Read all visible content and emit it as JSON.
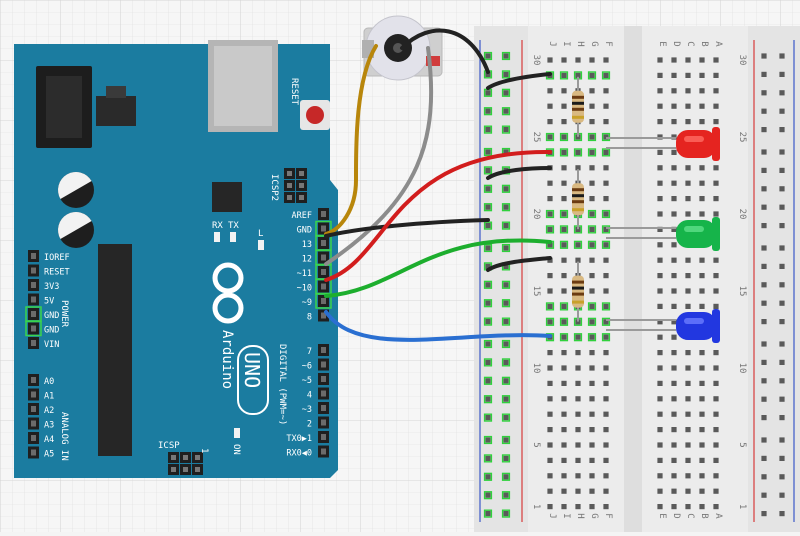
{
  "board": {
    "brand": "Arduino",
    "model": "UNO",
    "reset_label": "RESET",
    "icsp2_label": "ICSP2",
    "icsp_label": "ICSP",
    "tx_label": "TX",
    "rx_label": "RX",
    "l_label": "L",
    "on_label": "ON",
    "power_label": "POWER",
    "analog_label": "ANALOG IN",
    "digital_label": "DIGITAL (PWM=~)",
    "header_marker": "1",
    "power_pins": [
      "IOREF",
      "RESET",
      "3V3",
      "5V",
      "GND",
      "GND",
      "VIN"
    ],
    "analog_pins": [
      "A0",
      "A1",
      "A2",
      "A3",
      "A4",
      "A5"
    ],
    "digital_pins_top": [
      "AREF",
      "GND",
      "13",
      "12",
      "~11",
      "~10",
      "~9",
      "8"
    ],
    "digital_pins_bottom": [
      "7",
      "~6",
      "~5",
      "4",
      "~3",
      "2",
      "TX0▶1",
      "RX0◀0"
    ]
  },
  "breadboard": {
    "columns_left": [
      "J",
      "I",
      "H",
      "G",
      "F"
    ],
    "columns_right": [
      "E",
      "D",
      "C",
      "B",
      "A"
    ],
    "row_labels": [
      "30",
      "25",
      "20",
      "15",
      "10",
      "5",
      "1"
    ]
  },
  "leds": [
    {
      "name": "red-led",
      "color": "#e52420",
      "light": "#ff6b63"
    },
    {
      "name": "green-led",
      "color": "#16b44a",
      "light": "#5fe08a"
    },
    {
      "name": "blue-led",
      "color": "#2237e0",
      "light": "#6b7cff"
    }
  ],
  "colors": {
    "board": "#1b7ca0",
    "board_dark": "#13627f",
    "breadboard": "#e9e9e9",
    "rail_red": "#d83a3a",
    "rail_blue": "#3c58c8",
    "wire_black": "#222222",
    "wire_red": "#d21d1d",
    "wire_green": "#1dae2e",
    "wire_blue": "#2a6fd1",
    "wire_gray": "#8c8c8c",
    "wire_yellow": "#b8860b"
  }
}
